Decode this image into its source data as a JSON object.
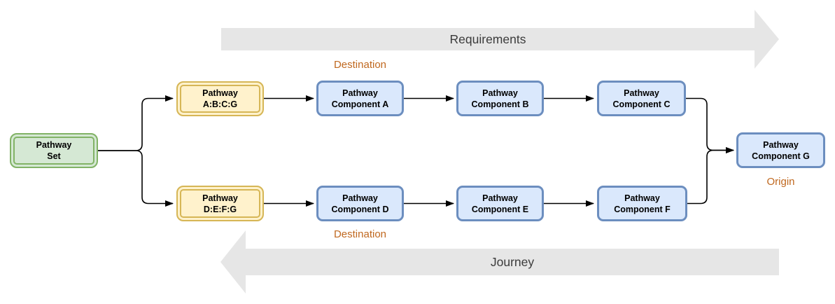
{
  "diagram": {
    "banners": {
      "requirements": "Requirements",
      "journey": "Journey"
    },
    "annotations": {
      "destination_top": "Destination",
      "destination_bottom": "Destination",
      "origin": "Origin"
    },
    "nodes": {
      "pathway_set": "Pathway\nSet",
      "pathway_abcg": "Pathway\nA:B:C:G",
      "pathway_defg": "Pathway\nD:E:F:G",
      "comp_a": "Pathway\nComponent A",
      "comp_b": "Pathway\nComponent B",
      "comp_c": "Pathway\nComponent C",
      "comp_d": "Pathway\nComponent D",
      "comp_e": "Pathway\nComponent E",
      "comp_f": "Pathway\nComponent F",
      "comp_g": "Pathway\nComponent G"
    },
    "colors": {
      "banner_fill": "#e6e6e6",
      "banner_text": "#3b3b3b",
      "annotation_text": "#c0681f",
      "green_fill": "#d5e8d4",
      "green_border": "#82b366",
      "yellow_fill": "#fff2cc",
      "yellow_border": "#d6b656",
      "blue_fill": "#dae8fc",
      "blue_border": "#6c8ebf",
      "connector": "#000000"
    }
  }
}
